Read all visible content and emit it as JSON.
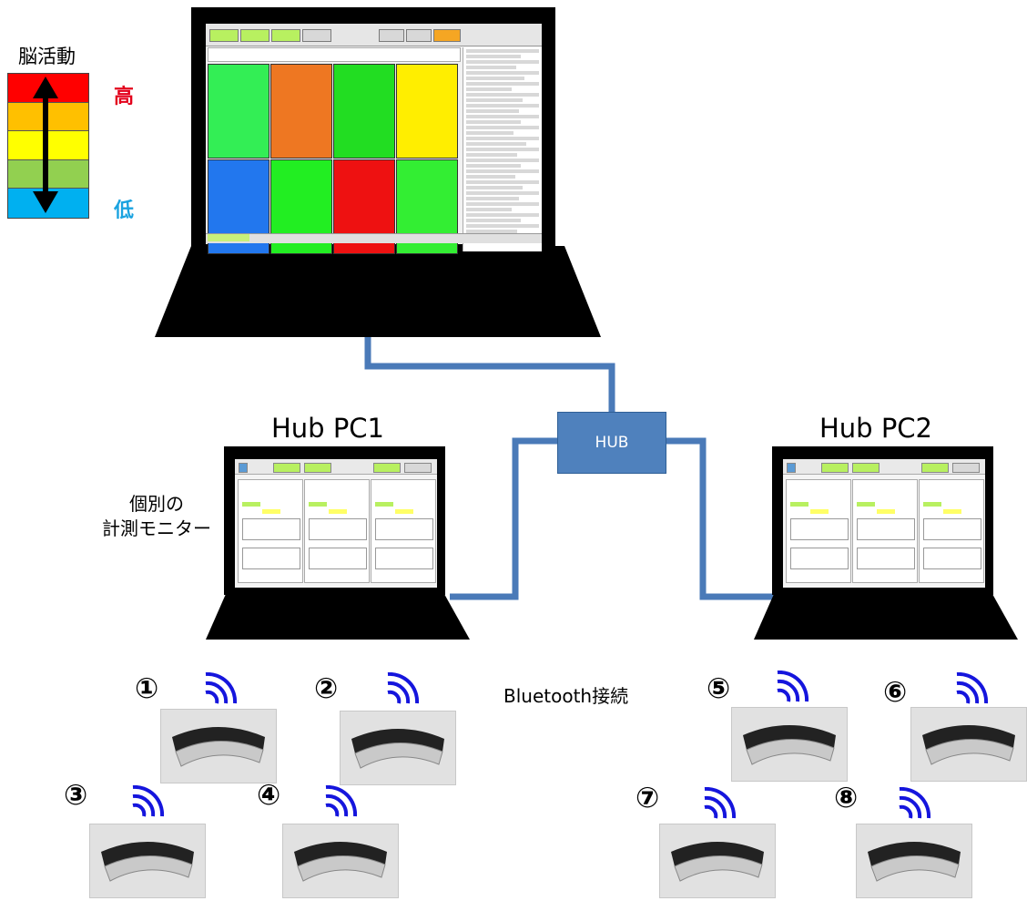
{
  "legend": {
    "title": "脳活動",
    "high_label": "高",
    "low_label": "低",
    "colors": [
      "#ff0000",
      "#ffc000",
      "#ffff00",
      "#92d050",
      "#00b0f0"
    ],
    "high_color": "#e3001b",
    "low_color": "#1aa3e0"
  },
  "main_pc": {
    "tile_colors": [
      "#33ee55",
      "#ee7722",
      "#22dd22",
      "#ffee00",
      "#2277ee",
      "#22ee22",
      "#ee1111",
      "#33ee33"
    ]
  },
  "hub_pc1": {
    "title": "Hub PC1"
  },
  "hub_pc2": {
    "title": "Hub PC2"
  },
  "hub": {
    "label": "HUB",
    "color": "#4f81bd"
  },
  "monitor_label_line1": "個別の",
  "monitor_label_line2": "計測モニター",
  "bluetooth_label": "Bluetooth接続",
  "devices": [
    {
      "number": "①"
    },
    {
      "number": "②"
    },
    {
      "number": "③"
    },
    {
      "number": "④"
    },
    {
      "number": "⑤"
    },
    {
      "number": "⑥"
    },
    {
      "number": "⑦"
    },
    {
      "number": "⑧"
    }
  ],
  "signal_color": "#1515dd"
}
